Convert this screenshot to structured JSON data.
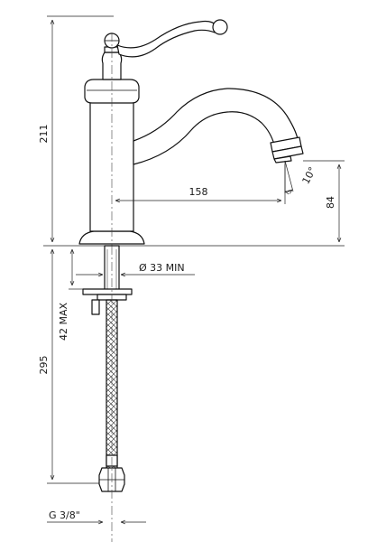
{
  "dimensions": {
    "height_total": "211",
    "reach": "158",
    "spout_height": "84",
    "spout_angle": "10°",
    "hole_diameter": "Ø 33 MIN",
    "deck_max": "42 MAX",
    "hose_length": "295",
    "connection": "G 3/8\""
  }
}
